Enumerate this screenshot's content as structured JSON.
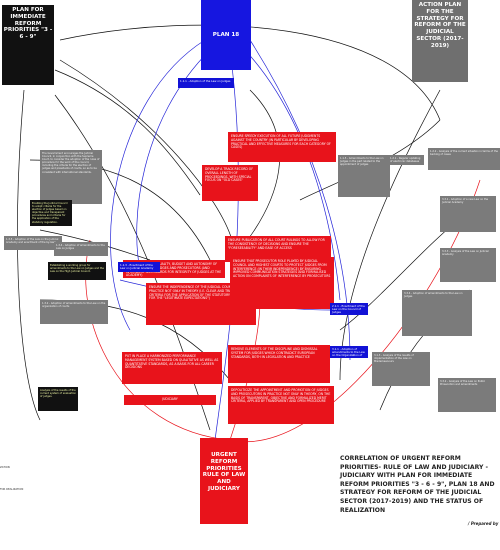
{
  "headers": {
    "immediate": "PLAN FOR IMMEDIATE REFORM PRIORITIES \"3 - 6 - 9\"",
    "plan18": "PLAN 18",
    "strategy": "ACTION PLAN FOR THE STRATEGY FOR REFORM OF THE JUDICIAL SECTOR (2017-2019)",
    "urgent": "URGENT REFORM PRIORITIES RULE OF LAW AND JUDICIARY"
  },
  "red_items": [
    "ENSURE SPEEDY EXECUTION OF ALL FUTURE JUDGMENTS AGAINST THE COUNTRY (IN PARTICULAR BY DEVELOPING PRACTICAL AND EFFECTIVE MEASURES FOR EACH CATEGORY OF CASES)",
    "DEVELOP A TRACK RECORD OF OVERALL LENGTH OF PROCEEDINGS, WITH SPECIAL FOCUS ON \"OLD CASES\"",
    "ENSURE PUBLICATION OF ALL COURT RULINGS TO ALLOW FOR THE CONSISTENCY OF DECISIONS AND ENSURE THE \"FORESEEABILITY\" AND EASE OF ACCESS",
    "IMPROVE TRAINING QUALITY, BUDGET AND AUTONOMY OF THE ACADEMY FOR JUDGES AND PROSECUTORS (AND INTRODUCE SAFEGUARDS FOR INTEGRITY OF JUDGES AT THE ACADEMY)",
    "ENSURE THE INDEPENDENCE OF THE JUDICIAL COUNCIL IN PRACTICE NOT ONLY IN THEORY (I.E. CLEAR AND TRANSPARENT CRITERIA FOR THE APPLICATION OF THE STATUTORY REGULATIONS FOR THE \"LEGITIMATE EXPECTATIONS\")",
    "ENSURE THAT PROSECUTOR ROLE PLAYED BY JUDICIAL COUNCIL AND HIGHEST COURTS TO PROTECT JUDGES FROM INTERFERENCE (IN THEIR INDEPENDENCE) BY ENSURING IMPROVED COMMUNICATION STRATEGIES AND FORMALISED ACTION ON COMPLAINTS OF INTERFERENCE BY PROSECUTORS",
    "REMOVE ELEMENTS OF THE DISCIPLINE AND DISMISSAL SYSTEM FOR JUDGES WHICH CONTRADICT EUROPEAN STANDARDS, BOTH IN LEGISLATION AND PRACTICE",
    "PUT IN PLACE A HARMONIZED PERFORMANCE MANAGEMENT SYSTEM BASED ON QUALITATIVE AS WELL AS QUANTITATIVE STANDARDS, AS A BASIS FOR ALL CAREER DECISIONS",
    "DEPOLITICIZE THE APPOINTMENT AND PROMOTION OF JUDGES AND PROSECUTORS IN PRACTICE NOT ONLY IN THEORY, ON THE BASIS OF TRANSPARENT, OBJECTIVE AND FORMALIZED MERIT CRITERIA, APPLIED BY TRANSPARENT AND OPEN PROCEDURE",
    "JUDICIARY"
  ],
  "blue_items": [
    "1.1.1 - Adoption of the Law on Judges",
    "1.1.3 - Enactment of the Law on Judicial Academy",
    "2.1.1 - Enactment of the Law on the Council of Judges",
    "3.1.1 - Adoption of amendments to the Law on the Organization of Courts"
  ],
  "grey_left": [
    "The Government encourages the Judicial Council, in conjunction with the Supreme Court, to consider the adoption of the rules of procedure for the work of the council, including the criteria for the election of judges and presidents of courts, so as to be consistent with international standards.",
    "1.3.5 - Adoption of the Law on the Judicial Academy and enactment of the by-laws",
    "1.3.4 - Adoption of amendments to the Law on Judges",
    "1.3.2 - Adoption of amendments to the Law on the organization of courts"
  ],
  "black_left": [
    "Enabling the Judicial Council to adopt criteria for the election of judges based on objective and transparent procedures and criteria for the application of the statutory regulation.",
    "Establishing a working group for amendments to the Law on Judges and the Law on the High Judicial Council.",
    "Analysis of the results of the current system of evaluation of judges."
  ],
  "grey_right": [
    "1.1.5 - Amendments to the Law on Judges in the part related to the appointment of judges",
    "1.2.1 - Regular updating of electronic databases",
    "1.2.2 - Analysis of the current situation in terms of the backlog of cases",
    "3.3.1 - Adoption of a new Law on the Judicial Academy",
    "3.3.3 - Analysis of the Law on Judicial Academy",
    "3.3.4 - Adoption of amendments to the Law on Judges",
    "3.1.3 - Analysis of the results of implementation of the Law on Misdemeanours",
    "3.3.2 - Analysis of the Law on Public Prosecution and amendments"
  ],
  "footer": "CORRELATION OF URGENT REFORM PRIORITIES- RULE OF LAW AND JUDICIARY - JUDICIARY WITH PLAN FOR IMMEDIATE REFORM PRIORITIES \"3 - 6 - 9\", PLAN 18 AND STRATEGY FOR REFORM OF THE JUDICIAL SECTOR (2017-2019) AND THE STATUS OF REALIZATION",
  "signature": "/ Prepared by",
  "side_labels": [
    "FOR REALIZATION",
    "ZATION"
  ],
  "colors": {
    "red": "#e8131b",
    "blue": "#1212d6",
    "grey": "#7b7b7b",
    "black": "#111111"
  }
}
